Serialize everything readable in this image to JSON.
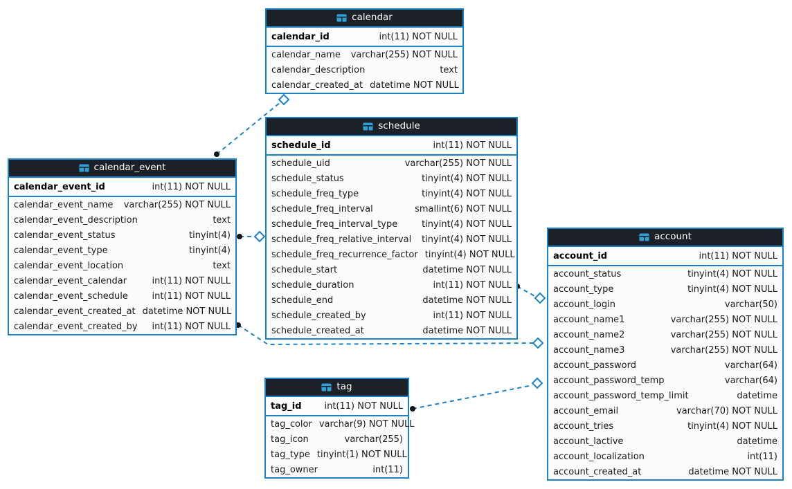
{
  "colors": {
    "table_border": "#1a82c8",
    "header_background": "#1b2126",
    "header_text": "#ffffff",
    "row_background": "#fbfbfb",
    "row_text": "#1a1a1a",
    "relationship_line": "#1a82c8",
    "fk_dot": "#141414",
    "table_icon_blue": "#2da1dc"
  },
  "tables": [
    {
      "title": "calendar",
      "icon": "table-icon",
      "pk": {
        "name": "calendar_id",
        "type": "int(11) NOT NULL"
      },
      "columns": [
        {
          "name": "calendar_name",
          "type": "varchar(255) NOT NULL"
        },
        {
          "name": "calendar_description",
          "type": "text"
        },
        {
          "name": "calendar_created_at",
          "type": "datetime NOT NULL"
        }
      ]
    },
    {
      "title": "schedule",
      "icon": "table-icon",
      "pk": {
        "name": "schedule_id",
        "type": "int(11) NOT NULL"
      },
      "columns": [
        {
          "name": "schedule_uid",
          "type": "varchar(255) NOT NULL"
        },
        {
          "name": "schedule_status",
          "type": "tinyint(4) NOT NULL"
        },
        {
          "name": "schedule_freq_type",
          "type": "tinyint(4) NOT NULL"
        },
        {
          "name": "schedule_freq_interval",
          "type": "smallint(6) NOT NULL"
        },
        {
          "name": "schedule_freq_interval_type",
          "type": "tinyint(4) NOT NULL"
        },
        {
          "name": "schedule_freq_relative_interval",
          "type": "tinyint(4) NOT NULL"
        },
        {
          "name": "schedule_freq_recurrence_factor",
          "type": "tinyint(4) NOT NULL"
        },
        {
          "name": "schedule_start",
          "type": "datetime NOT NULL"
        },
        {
          "name": "schedule_duration",
          "type": "int(11) NOT NULL"
        },
        {
          "name": "schedule_end",
          "type": "datetime NOT NULL"
        },
        {
          "name": "schedule_created_by",
          "type": "int(11) NOT NULL"
        },
        {
          "name": "schedule_created_at",
          "type": "datetime NOT NULL"
        }
      ]
    },
    {
      "title": "calendar_event",
      "icon": "table-icon",
      "pk": {
        "name": "calendar_event_id",
        "type": "int(11) NOT NULL"
      },
      "columns": [
        {
          "name": "calendar_event_name",
          "type": "varchar(255) NOT NULL"
        },
        {
          "name": "calendar_event_description",
          "type": "text"
        },
        {
          "name": "calendar_event_status",
          "type": "tinyint(4)"
        },
        {
          "name": "calendar_event_type",
          "type": "tinyint(4)"
        },
        {
          "name": "calendar_event_location",
          "type": "text"
        },
        {
          "name": "calendar_event_calendar",
          "type": "int(11) NOT NULL"
        },
        {
          "name": "calendar_event_schedule",
          "type": "int(11) NOT NULL"
        },
        {
          "name": "calendar_event_created_at",
          "type": "datetime NOT NULL"
        },
        {
          "name": "calendar_event_created_by",
          "type": "int(11) NOT NULL"
        }
      ]
    },
    {
      "title": "account",
      "icon": "table-icon",
      "pk": {
        "name": "account_id",
        "type": "int(11) NOT NULL"
      },
      "columns": [
        {
          "name": "account_status",
          "type": "tinyint(4) NOT NULL"
        },
        {
          "name": "account_type",
          "type": "tinyint(4) NOT NULL"
        },
        {
          "name": "account_login",
          "type": "varchar(50)"
        },
        {
          "name": "account_name1",
          "type": "varchar(255) NOT NULL"
        },
        {
          "name": "account_name2",
          "type": "varchar(255) NOT NULL"
        },
        {
          "name": "account_name3",
          "type": "varchar(255) NOT NULL"
        },
        {
          "name": "account_password",
          "type": "varchar(64)"
        },
        {
          "name": "account_password_temp",
          "type": "varchar(64)"
        },
        {
          "name": "account_password_temp_limit",
          "type": "datetime"
        },
        {
          "name": "account_email",
          "type": "varchar(70) NOT NULL"
        },
        {
          "name": "account_tries",
          "type": "tinyint(4) NOT NULL"
        },
        {
          "name": "account_lactive",
          "type": "datetime"
        },
        {
          "name": "account_localization",
          "type": "int(11)"
        },
        {
          "name": "account_created_at",
          "type": "datetime NOT NULL"
        }
      ]
    },
    {
      "title": "tag",
      "icon": "table-icon",
      "pk": {
        "name": "tag_id",
        "type": "int(11) NOT NULL"
      },
      "columns": [
        {
          "name": "tag_color",
          "type": "varchar(9) NOT NULL"
        },
        {
          "name": "tag_icon",
          "type": "varchar(255)"
        },
        {
          "name": "tag_type",
          "type": "tinyint(1) NOT NULL"
        },
        {
          "name": "tag_owner",
          "type": "int(11)"
        }
      ]
    }
  ],
  "relationships": [
    {
      "from": "calendar_event",
      "to": "calendar"
    },
    {
      "from": "calendar_event",
      "to": "schedule"
    },
    {
      "from": "schedule",
      "to": "account"
    },
    {
      "from": "calendar_event",
      "to": "account"
    },
    {
      "from": "tag",
      "to": "account"
    }
  ]
}
